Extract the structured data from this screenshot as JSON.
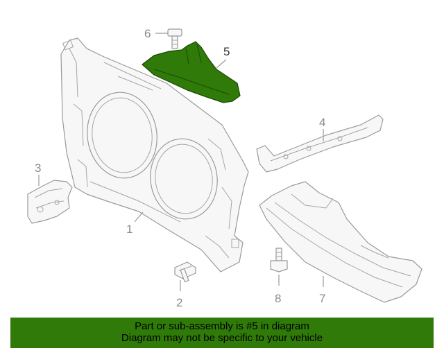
{
  "diagram": {
    "highlight_color": "#2f7a09",
    "callouts": [
      {
        "number": "1",
        "highlighted": false
      },
      {
        "number": "2",
        "highlighted": false
      },
      {
        "number": "3",
        "highlighted": false
      },
      {
        "number": "4",
        "highlighted": false
      },
      {
        "number": "5",
        "highlighted": true
      },
      {
        "number": "6",
        "highlighted": false
      },
      {
        "number": "7",
        "highlighted": false
      },
      {
        "number": "8",
        "highlighted": false
      }
    ]
  },
  "banner": {
    "line1": "Part or sub-assembly is #5 in diagram",
    "line2": "Diagram may not be specific to your vehicle",
    "background": "#2f7a09"
  }
}
